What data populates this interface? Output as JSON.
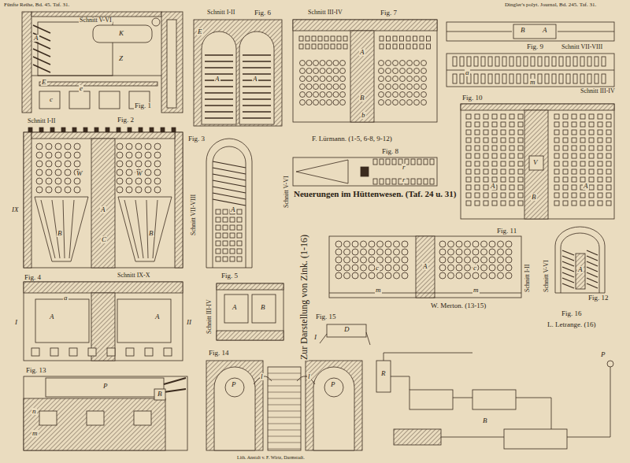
{
  "diagram": {
    "title": "Neuerungen im Hüttenwesen. (Taf. 24 u. 31)",
    "labels": [
      "Fünfte Reihe, Bd. 45. Taf. 31.",
      "Dingler's polyt. Journal, Bd. 245. Taf. 31.",
      "Schnitt V-VI",
      "Fig. 1",
      "Schnitt I-II",
      "Fig. 6",
      "Schnitt III-IV",
      "Fig. 7",
      "Fig. 9",
      "Schnitt VII-VIII",
      "Schnitt III-IV",
      "Fig. 10",
      "Schnitt I-II",
      "Fig. 2",
      "Fig. 3",
      "Schnitt VII-VIII",
      "F. Lürmann. (1-5, 6-8, 9-12)",
      "Fig. 8",
      "Schnitt V-VI",
      "Zur Darstellung von Zink. (1-16)",
      "Fig. 4",
      "Schnitt IX-X",
      "Fig. 5",
      "Schnitt III-IV",
      "Fig. 11",
      "Schnitt I-II",
      "Schnitt V-VI",
      "Fig. 12",
      "W. Merton. (13-15)",
      "Fig. 15",
      "Fig. 13",
      "Fig. 14",
      "Fig. 16",
      "L. Letrange. (16)",
      "Lith. Anstalt v. F. Wirtz, Darmstadt.",
      "A",
      "K",
      "E",
      "Z",
      "e",
      "c",
      "E",
      "A",
      "A",
      "A",
      "B",
      "b",
      "B",
      "A",
      "a",
      "m",
      "V",
      "A",
      "A",
      "B",
      "r",
      "r",
      "W",
      "W",
      "A",
      "B",
      "B",
      "IX",
      "C",
      "A",
      "I",
      "II",
      "A",
      "A",
      "a",
      "A",
      "B",
      "c",
      "c",
      "A",
      "m",
      "m",
      "A",
      "P",
      "B",
      "n",
      "m",
      "P",
      "P",
      "l",
      "l",
      "D",
      "I",
      "R",
      "B",
      "P"
    ]
  }
}
